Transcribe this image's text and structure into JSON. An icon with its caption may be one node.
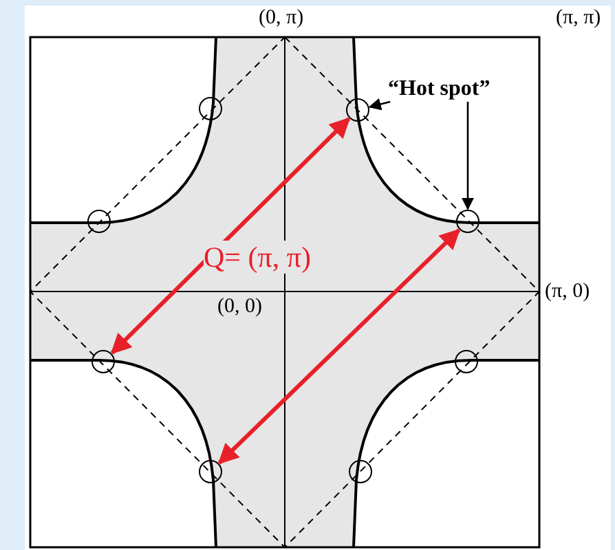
{
  "diagram": {
    "nodes": [
      {
        "text": [],
        "shape": "circle"
      },
      {
        "text": [],
        "shape": "circle"
      },
      {
        "text": [],
        "shape": "circle"
      },
      {
        "text": [],
        "shape": "circle"
      },
      {
        "text": [],
        "shape": "circle"
      },
      {
        "text": [],
        "shape": "circle"
      },
      {
        "text": [],
        "shape": "circle"
      },
      {
        "text": [],
        "shape": "circle"
      },
      {
        "text": [
          "“Hot spot”"
        ]
      }
    ],
    "edges": [
      {
        "from": 4,
        "to": 1,
        "arrow": "both",
        "style": "thick",
        "color": "#e8202a"
      },
      {
        "from": 6,
        "to": 3,
        "arrow": "both",
        "style": "thick",
        "color": "#e8202a"
      },
      {
        "from": 8,
        "to": 1,
        "arrow": "to",
        "color": "#000000"
      },
      {
        "from": 8,
        "to": 3,
        "arrow": "to",
        "color": "#000000"
      }
    ],
    "labels": [
      "(0, π)",
      "(π, π)",
      "Q= (π, π)",
      "(π, 0)",
      "(0, 0)"
    ]
  }
}
